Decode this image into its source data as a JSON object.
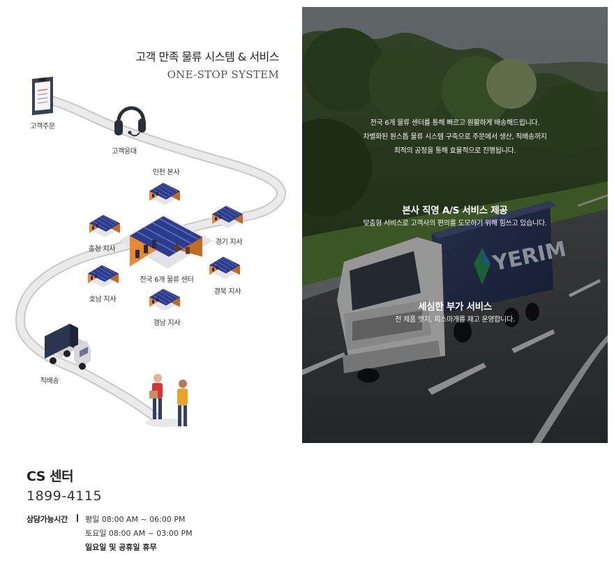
{
  "diagram": {
    "title": "고객 만족 물류 시스템 & 서비스",
    "subtitle": "ONE-STOP SYSTEM",
    "labels": {
      "customer_order": "고객주문",
      "customer_service": "고객응대",
      "incheon": "인천 본사",
      "chungcheong": "충청 지사",
      "gyeonggi": "경기 지사",
      "center": "전국 6개 물류 센터",
      "honam": "호남 지사",
      "gyeongbuk": "경북 지사",
      "gyeongnam": "경남 지사",
      "direct_delivery": "직배송"
    }
  },
  "photo": {
    "intro": [
      "전국 6개 물류 센터를 통해 빠르고 원활하게 배송해드립니다.",
      "차별화된 원스톱 물류 시스템 구축으로 주문에서 생산, 직배송까지",
      "최적의 공정을 통해 효율적으로 진행됩니다."
    ],
    "heading1": "본사 직영 A/S 서비스 제공",
    "desc1": "맞춤형 서비스로 고객사의 편의를 도모하기 위해 힘쓰고 있습니다.",
    "heading2": "세심한 부가 서비스",
    "desc2": "전 제품 엣지, 피스마개를 재고 운영합니다.",
    "truck_brand": "YERIM"
  },
  "cs": {
    "title": "CS 센터",
    "phone": "1899-4115",
    "hours_label": "상담가능시간",
    "weekday": "평일 08:00 AM ~ 06:00 PM",
    "saturday": "토요일 08:00 AM ~ 03:00 PM",
    "closed": "일요일 및 공휴일 휴무"
  },
  "colors": {
    "roof": "#2c3c8c",
    "wall": "#e88a32",
    "road": "#d9d9d9"
  }
}
